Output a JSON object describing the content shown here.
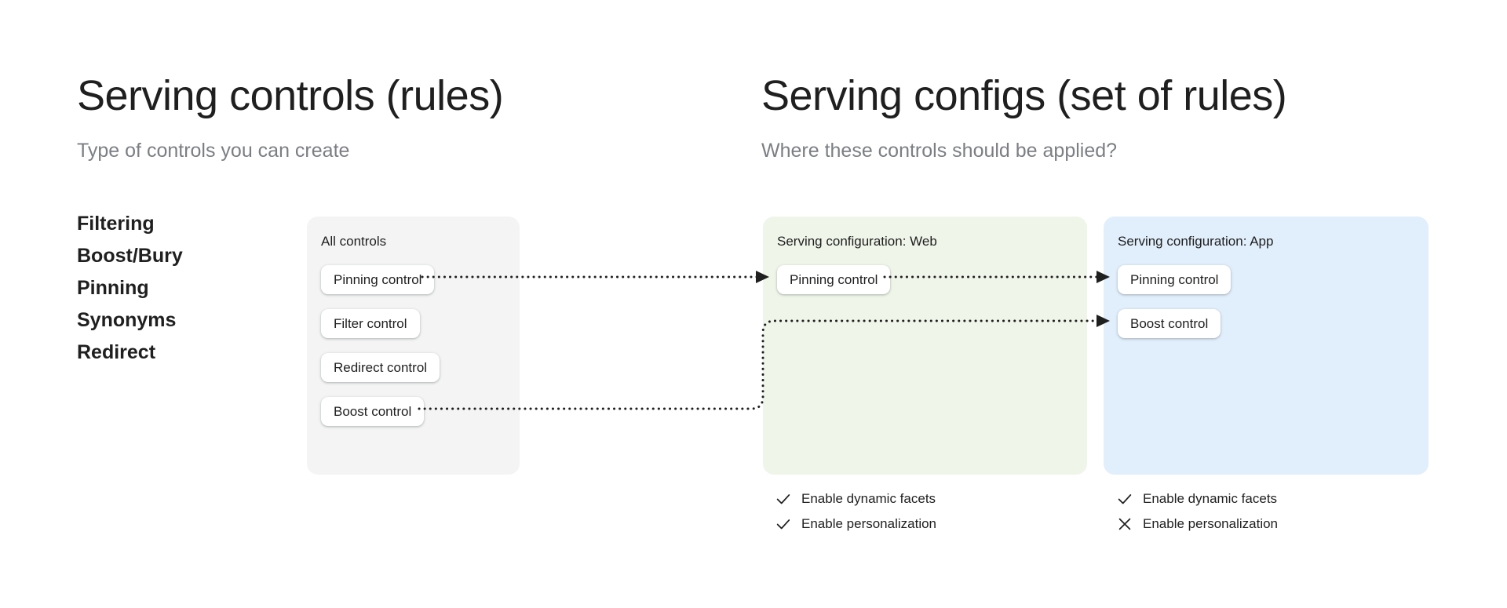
{
  "left": {
    "title": "Serving controls (rules)",
    "subtitle": "Type of controls you can create",
    "control_types": [
      "Filtering",
      "Boost/Bury",
      "Pinning",
      "Synonyms",
      "Redirect"
    ]
  },
  "right": {
    "title": "Serving configs (set of rules)",
    "subtitle": "Where these controls should be applied?"
  },
  "cards": {
    "all_controls": {
      "title": "All controls",
      "bg_color": "#f4f4f4",
      "chips": [
        "Pinning control",
        "Filter control",
        "Redirect control",
        "Boost control"
      ]
    },
    "serving_web": {
      "title": "Serving configuration: Web",
      "bg_color": "#eff5e9",
      "chips": [
        "Pinning control"
      ],
      "options": [
        {
          "label": "Enable dynamic facets",
          "state": "check"
        },
        {
          "label": "Enable personalization",
          "state": "check"
        }
      ]
    },
    "serving_app": {
      "title": "Serving configuration: App",
      "bg_color": "#e1eefb",
      "chips": [
        "Pinning control",
        "Boost control"
      ],
      "options": [
        {
          "label": "Enable dynamic facets",
          "state": "check"
        },
        {
          "label": "Enable personalization",
          "state": "cross"
        }
      ]
    }
  },
  "colors": {
    "ink": "#1f1f1f",
    "muted": "#7b7f83",
    "chip_bg": "#ffffff",
    "page_bg": "#ffffff"
  }
}
